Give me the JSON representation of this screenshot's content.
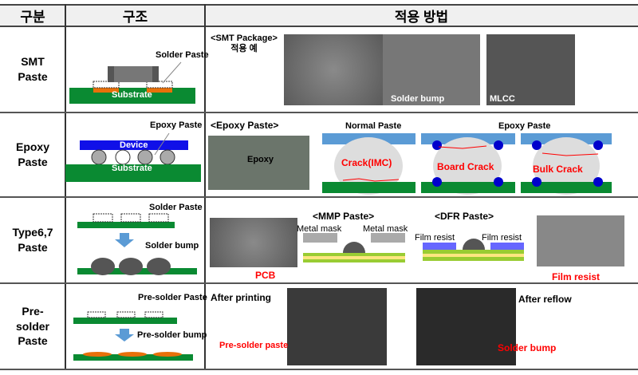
{
  "header": {
    "category": "구분",
    "structure": "구조",
    "application": "적용 방법"
  },
  "rows": [
    {
      "category": "SMT\nPaste",
      "structure": {
        "labels": [
          "Solder Paste",
          "Substrate"
        ]
      },
      "application": {
        "title": "<SMT Package>\n적용 예",
        "photo_labels": [
          "Solder bump",
          "MLCC"
        ]
      }
    },
    {
      "category": "Epoxy\nPaste",
      "structure": {
        "labels": [
          "Epoxy Paste",
          "Device",
          "Substrate"
        ]
      },
      "application": {
        "title": "<Epoxy Paste>",
        "photo_label": "Epoxy",
        "normal_title": "Normal Paste",
        "epoxy_title": "Epoxy Paste",
        "cracks": [
          "Crack(IMC)",
          "Board Crack",
          "Bulk Crack"
        ]
      }
    },
    {
      "category": "Type6,7\nPaste",
      "structure": {
        "labels": [
          "Solder Paste",
          "Solder bump"
        ]
      },
      "application": {
        "pcb_label": "PCB",
        "mmp_title": "<MMP Paste>",
        "mask_label": "Metal mask",
        "dfr_title": "<DFR Paste>",
        "film_label": "Film resist",
        "film_photo_label": "Film resist"
      }
    },
    {
      "category": "Pre-\nsolder\nPaste",
      "structure": {
        "labels": [
          "Pre-solder Paste",
          "Pre-solder bump"
        ]
      },
      "application": {
        "after_printing": "After printing",
        "pre_solder_label": "Pre-solder paste",
        "after_reflow": "After reflow",
        "solder_bump_label": "Solder bump"
      }
    }
  ],
  "colors": {
    "substrate": "#0a8a32",
    "pad": "#e8700a",
    "device": "#1010e8",
    "crack": "#ff0000",
    "top_plate": "#5b9bd5"
  }
}
